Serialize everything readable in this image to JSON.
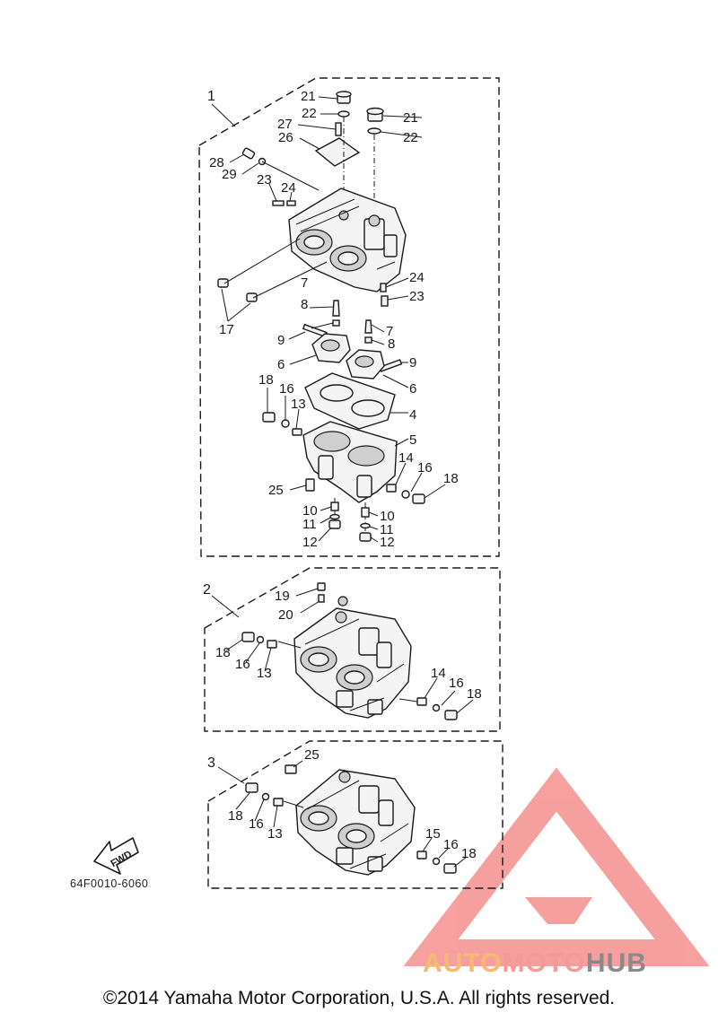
{
  "diagram": {
    "drawing_code": "64F0010-6060",
    "fwd_label": "FWD",
    "groups": [
      {
        "id": "1"
      },
      {
        "id": "2"
      },
      {
        "id": "3"
      }
    ],
    "callouts_group1": [
      "21",
      "22",
      "21",
      "22",
      "27",
      "26",
      "28",
      "29",
      "23",
      "24",
      "24",
      "23",
      "17",
      "7",
      "8",
      "7",
      "8",
      "9",
      "9",
      "6",
      "6",
      "18",
      "16",
      "13",
      "4",
      "5",
      "14",
      "16",
      "18",
      "25",
      "10",
      "11",
      "12",
      "10",
      "11",
      "12"
    ],
    "callouts_group2": [
      "19",
      "20",
      "18",
      "16",
      "13",
      "14",
      "16",
      "18"
    ],
    "callouts_group3": [
      "25",
      "18",
      "16",
      "13",
      "15",
      "16",
      "18"
    ]
  },
  "watermark": {
    "brand_auto": "AUTO",
    "brand_moto": "MOTO",
    "brand_hub": "HUB",
    "color_auto": "#f5b971",
    "color_moto": "#f49a9a",
    "color_hub": "#8a8a8a",
    "color_triangle": "#f26d6d"
  },
  "footer": {
    "copyright": "©2014 Yamaha Motor Corporation, U.S.A. All rights reserved."
  }
}
